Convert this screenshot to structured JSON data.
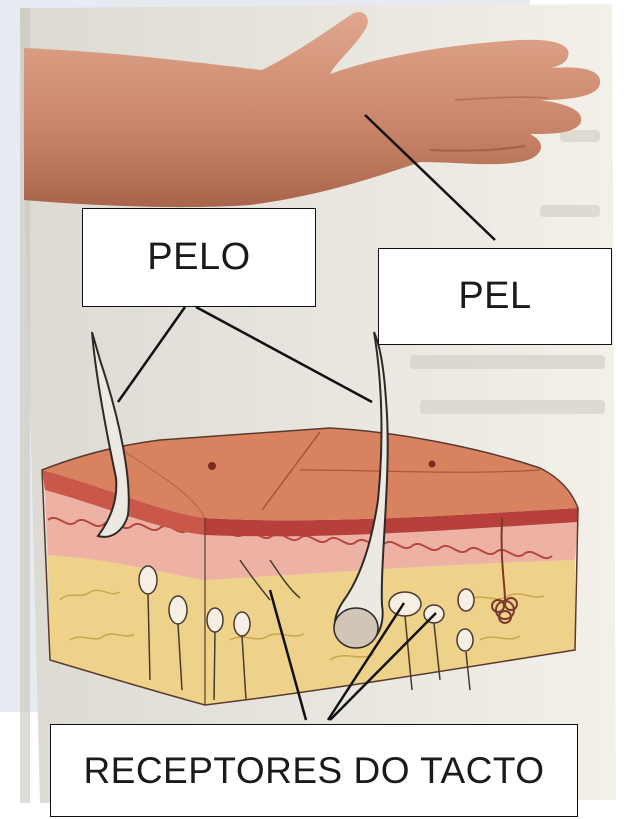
{
  "labels": {
    "pelo": "PELO",
    "pel": "PEL",
    "receptores": "RECEPTORES DO TACTO"
  },
  "colors": {
    "page_background": "#e9ecf2",
    "book_page": "#f2efe8",
    "skin_surface": "#d9825f",
    "epidermis": "#c9584b",
    "dermis": "#eeb2a4",
    "hypodermis": "#efd28a",
    "hand": "#c98468",
    "leader_line": "#111111"
  }
}
